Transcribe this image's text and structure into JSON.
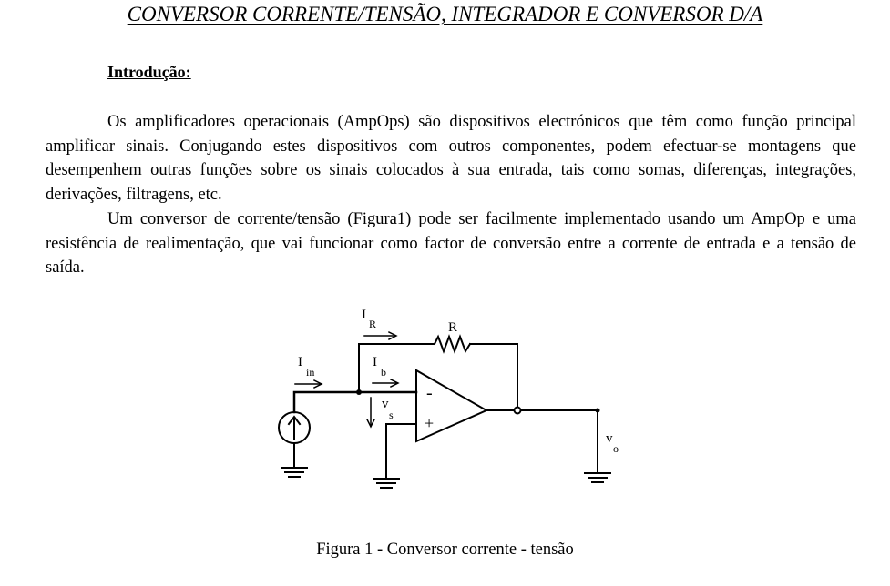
{
  "document": {
    "title": "CONVERSOR CORRENTE/TENSÃO, INTEGRADOR E CONVERSOR D/A",
    "section_heading": "Introdução:",
    "paragraphs": [
      "Os amplificadores operacionais (AmpOps) são dispositivos electrónicos que têm como função principal amplificar sinais. Conjugando estes dispositivos com outros componentes, podem efectuar-se montagens que desempenhem outras funções sobre os sinais colocados à sua entrada, tais como somas, diferenças, integrações, derivações, filtragens, etc.",
      "Um conversor de corrente/tensão (Figura1) pode ser facilmente implementado usando um AmpOp e uma resistência de realimentação, que vai funcionar como factor de conversão entre a corrente de entrada e a tensão de saída."
    ]
  },
  "figure": {
    "caption": "Figura 1 - Conversor corrente - tensão",
    "labels": {
      "i_r_main": "I",
      "i_r_sub": "R",
      "resistor": "R",
      "i_in_main": "I",
      "i_in_sub": "in",
      "i_b_main": "I",
      "i_b_sub": "b",
      "v_s_main": "v",
      "v_s_sub": "s",
      "minus_input": "-",
      "plus_input": "+",
      "v_o_main": "v",
      "v_o_sub": "o"
    }
  }
}
